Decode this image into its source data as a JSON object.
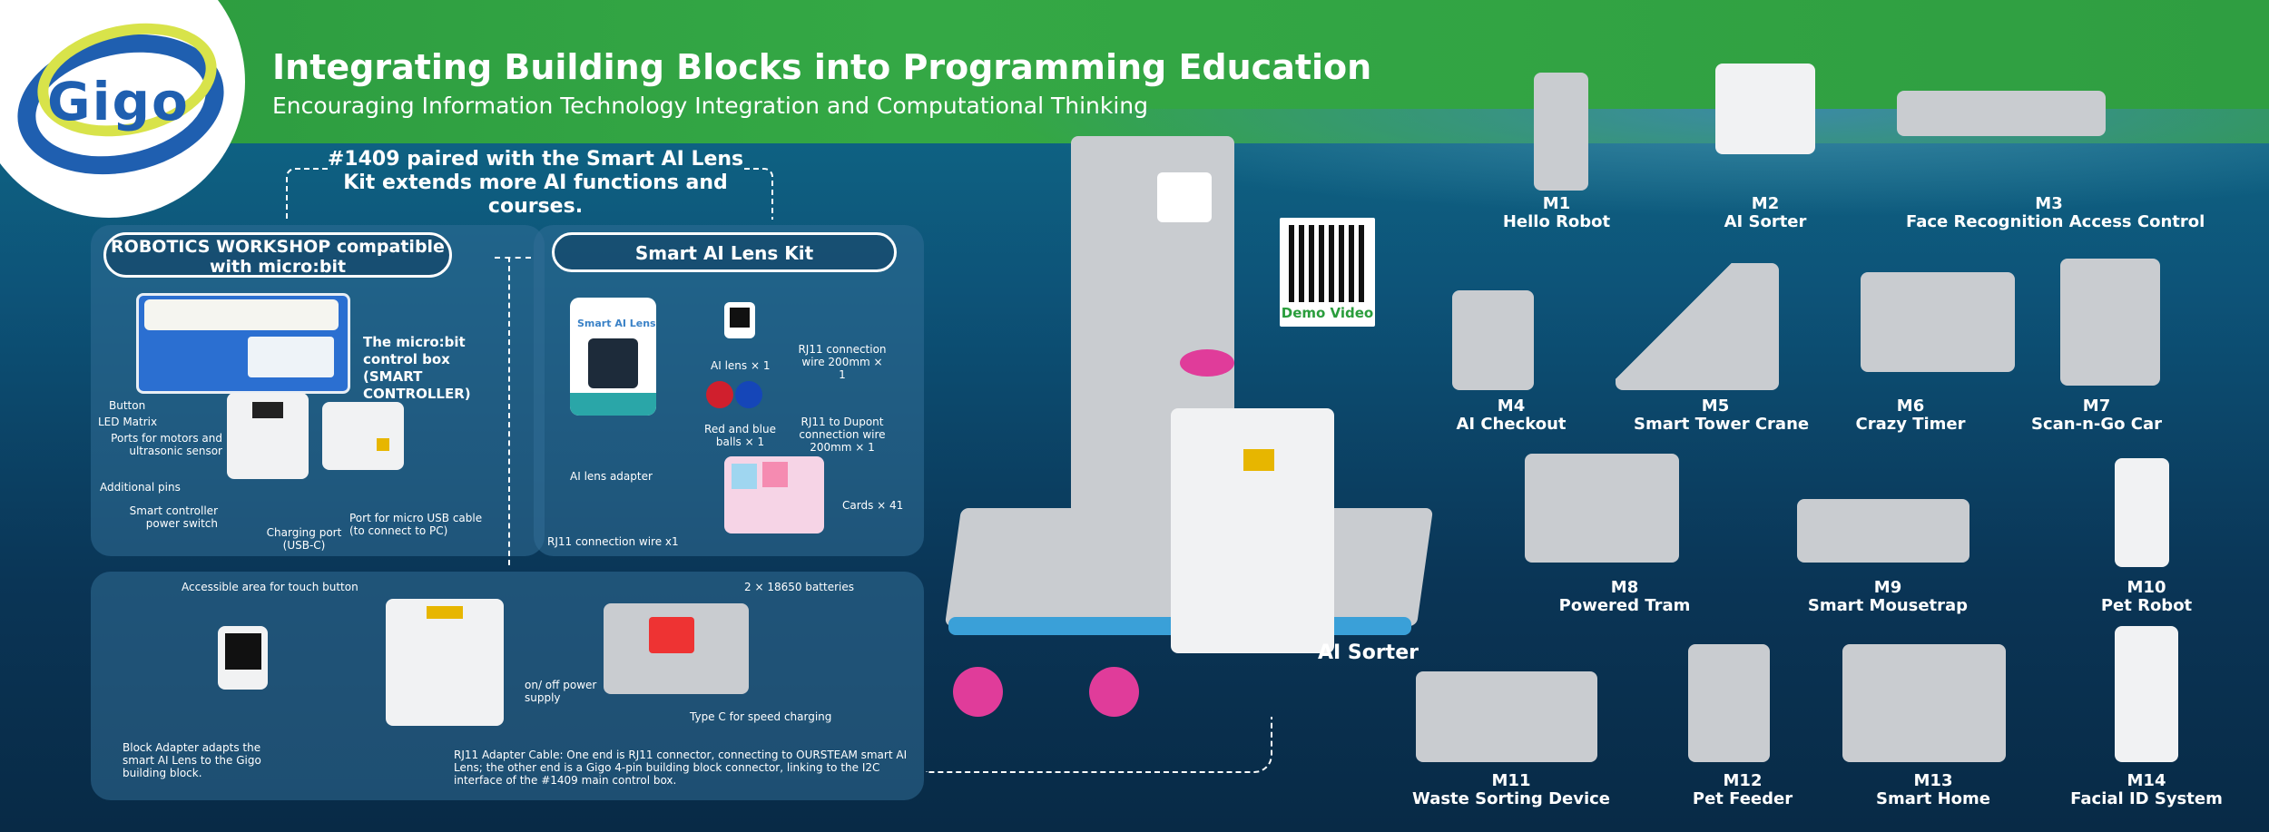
{
  "brand": {
    "name": "Gigo",
    "colors": {
      "green": "#34a845",
      "blue": "#1f5fb0",
      "yellow": "#d8e34a",
      "navy": "#0a3556"
    }
  },
  "header": {
    "title": "Integrating Building Blocks into Programming Education",
    "subtitle": "Encouraging Information Technology Integration and Computational Thinking"
  },
  "callout": "#1409 paired with the Smart AI Lens Kit extends more AI functions and courses.",
  "robotics_panel": {
    "heading": "ROBOTICS WORKSHOP compatible with micro:bit",
    "controller_title": "The micro:bit control box (SMART CONTROLLER)",
    "labels": {
      "button": "Button",
      "led": "LED Matrix",
      "ports": "Ports for motors and ultrasonic sensor",
      "pins": "Additional pins",
      "switch": "Smart controller power switch",
      "charging": "Charging port (USB-C)",
      "usb": "Port for micro USB cable (to connect to PC)"
    }
  },
  "lens_panel": {
    "heading": "Smart AI Lens Kit",
    "labels": {
      "adapter": "AI lens adapter",
      "lens": "AI lens × 1",
      "rj11_200": "RJ11 connection wire 200mm × 1",
      "rj11_dupont": "RJ11 to Dupont connection wire 200mm × 1",
      "balls": "Red and blue balls × 1",
      "cards": "Cards × 41",
      "rj11_wire": "RJ11 connection wire x1"
    },
    "box_text": "Smart AI Lens"
  },
  "bottom_panel": {
    "labels": {
      "touch": "Accessible area for touch button",
      "batteries": "2 × 18650 batteries",
      "onoff": "on/ off power supply",
      "typec": "Type C for speed charging",
      "block_adapter": "Block Adapter adapts the smart AI Lens to the Gigo building block.",
      "rj11_cable": "RJ11 Adapter Cable: One end is RJ11 connector, connecting to OURSTEAM smart AI Lens; the other end is a Gigo 4-pin building block connector, linking to the I2C interface of the #1409 main control box."
    }
  },
  "center": {
    "label": "AI Sorter",
    "qr_label": "Demo Video"
  },
  "models": [
    {
      "code": "M1",
      "name": "Hello Robot"
    },
    {
      "code": "M2",
      "name": "AI Sorter"
    },
    {
      "code": "M3",
      "name": "Face Recognition Access Control"
    },
    {
      "code": "M4",
      "name": "AI Checkout"
    },
    {
      "code": "M5",
      "name": "Smart Tower Crane"
    },
    {
      "code": "M6",
      "name": "Crazy Timer"
    },
    {
      "code": "M7",
      "name": "Scan-n-Go Car"
    },
    {
      "code": "M8",
      "name": "Powered Tram"
    },
    {
      "code": "M9",
      "name": "Smart Mousetrap"
    },
    {
      "code": "M10",
      "name": "Pet Robot"
    },
    {
      "code": "M11",
      "name": "Waste Sorting Device"
    },
    {
      "code": "M12",
      "name": "Pet Feeder"
    },
    {
      "code": "M13",
      "name": "Smart Home"
    },
    {
      "code": "M14",
      "name": "Facial ID System"
    }
  ]
}
